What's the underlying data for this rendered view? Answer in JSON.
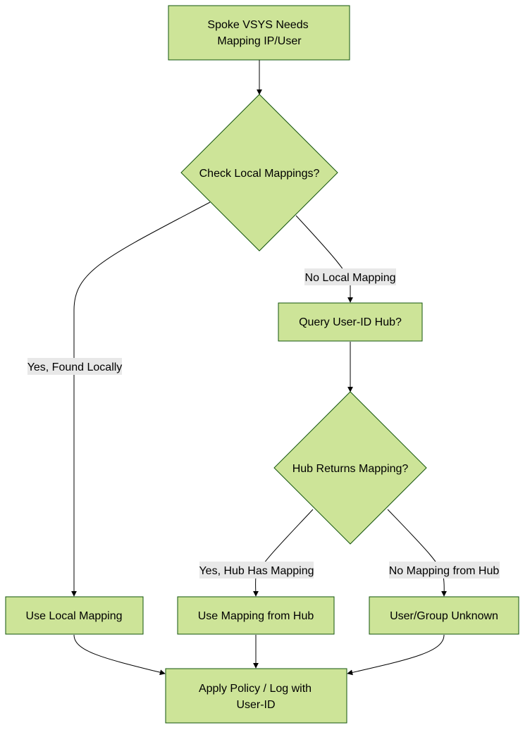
{
  "diagram": {
    "nodes": {
      "start": {
        "lines": [
          "Spoke VSYS Needs",
          "Mapping IP/User"
        ],
        "shape": "rect"
      },
      "check_local": {
        "lines": [
          "Check Local Mappings?"
        ],
        "shape": "diamond"
      },
      "query_hub": {
        "lines": [
          "Query User-ID Hub?"
        ],
        "shape": "rect"
      },
      "hub_returns": {
        "lines": [
          "Hub Returns Mapping?"
        ],
        "shape": "diamond"
      },
      "use_local": {
        "lines": [
          "Use Local Mapping"
        ],
        "shape": "rect"
      },
      "use_hub": {
        "lines": [
          "Use Mapping from Hub"
        ],
        "shape": "rect"
      },
      "unknown": {
        "lines": [
          "User/Group Unknown"
        ],
        "shape": "rect"
      },
      "apply": {
        "lines": [
          "Apply Policy / Log with",
          "User-ID"
        ],
        "shape": "rect"
      }
    },
    "edges": {
      "start_to_check": {
        "label": ""
      },
      "check_to_use_local": {
        "label": "Yes, Found Locally"
      },
      "check_to_query_hub": {
        "label": "No Local Mapping"
      },
      "query_to_hub_returns": {
        "label": ""
      },
      "hub_to_use_hub": {
        "label": "Yes, Hub Has Mapping"
      },
      "hub_to_unknown": {
        "label": "No Mapping from Hub"
      },
      "use_local_to_apply": {
        "label": ""
      },
      "use_hub_to_apply": {
        "label": ""
      },
      "unknown_to_apply": {
        "label": ""
      }
    },
    "colors": {
      "node_fill": "#cde498",
      "node_stroke": "#13540c",
      "edge": "#000000",
      "edge_label_bg": "#e8e8e8"
    }
  }
}
